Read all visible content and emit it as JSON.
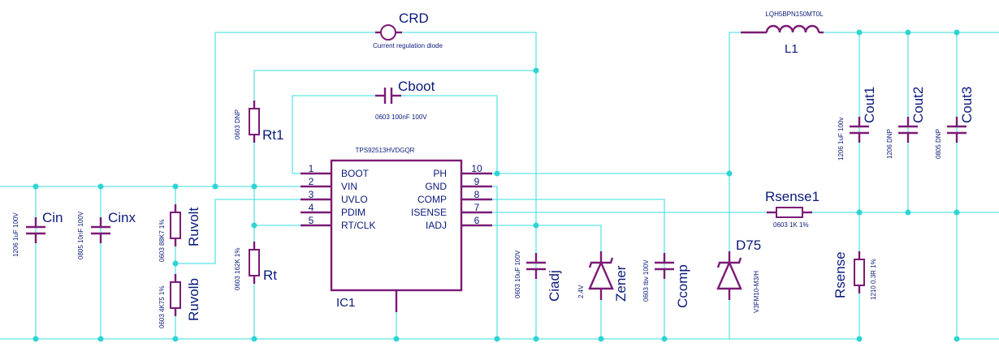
{
  "components": {
    "crd": {
      "ref": "CRD",
      "desc": "Current regulation diode"
    },
    "l1": {
      "ref": "L1",
      "value": "LQH5BPN150MT0L"
    },
    "cboot": {
      "ref": "Cboot",
      "value": "0603 100nF 100V"
    },
    "rt1": {
      "ref": "Rt1",
      "value": "0603 DNP"
    },
    "rt": {
      "ref": "Rt",
      "value": "0603 162K 1%"
    },
    "ic1": {
      "ref": "IC1",
      "part": "TPS92513HVDGQR"
    },
    "cin": {
      "ref": "Cin",
      "value": "1206 1uF 100V"
    },
    "cinx": {
      "ref": "Cinx",
      "value": "0805 10nF 100V"
    },
    "ruvolt": {
      "ref": "Ruvolt",
      "value": "0603 88K7 1%"
    },
    "ruvolb": {
      "ref": "Ruvolb",
      "value": "0603 4K75 1%"
    },
    "ciadj": {
      "ref": "Ciadj",
      "value": "0603 10uF 100V"
    },
    "zener": {
      "ref": "Zener",
      "value": "2.4V"
    },
    "ccomp": {
      "ref": "Ccomp",
      "value": "0603 tbv 100V"
    },
    "d75": {
      "ref": "D75",
      "value": "V3FM10-M3/H"
    },
    "rsense1": {
      "ref": "Rsense1",
      "value": "0603 1K 1%"
    },
    "rsense": {
      "ref": "Rsense",
      "value": "1210 0.3R 1%"
    },
    "cout1": {
      "ref": "Cout1",
      "value": "1206 1uF 100v"
    },
    "cout2": {
      "ref": "Cout2",
      "value": "1206 DNP"
    },
    "cout3": {
      "ref": "Cout3",
      "value": "0805 DNP"
    }
  },
  "ic_pins": {
    "left": [
      {
        "num": "1",
        "name": "BOOT"
      },
      {
        "num": "2",
        "name": "VIN"
      },
      {
        "num": "3",
        "name": "UVLO"
      },
      {
        "num": "4",
        "name": "PDIM"
      },
      {
        "num": "5",
        "name": "RT/CLK"
      }
    ],
    "right": [
      {
        "num": "10",
        "name": "PH"
      },
      {
        "num": "9",
        "name": "GND"
      },
      {
        "num": "8",
        "name": "COMP"
      },
      {
        "num": "7",
        "name": "ISENSE"
      },
      {
        "num": "6",
        "name": "IADJ"
      }
    ]
  },
  "colors": {
    "wire": "#5fe3e3",
    "component": "#7b1a76",
    "text": "#0a1a7a",
    "junction": "#2fd4d4"
  }
}
